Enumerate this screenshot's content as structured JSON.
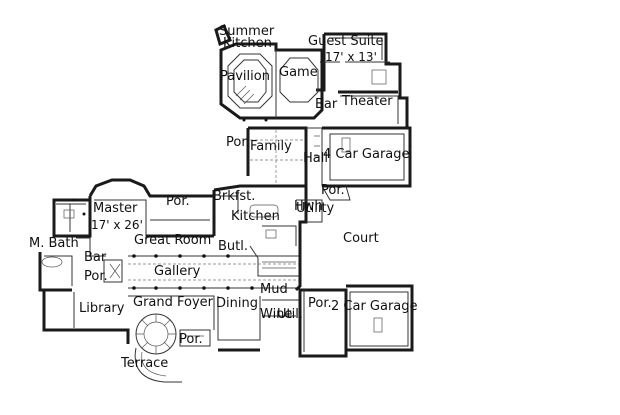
{
  "rooms": {
    "summer_kitchen_1": "Summer",
    "summer_kitchen_2": "Kitchen",
    "pavilion": "Pavilion",
    "game": "Game",
    "guest_suite": "Guest Suite",
    "guest_suite_dim": "17' x 13'",
    "bar_upper": "Bar",
    "theater": "Theater",
    "por_upper": "Por.",
    "family": "Family",
    "hall": "Hall",
    "four_car_garage": "4 Car Garage",
    "por_mid": "Por.",
    "brkfst": "Brkfst.",
    "por_master": "Por.",
    "master": "Master",
    "master_dim": "17' x 26'",
    "kitchen": "Kitchen",
    "hwh": "Hwh",
    "utility": "Utility",
    "court": "Court",
    "m_bath": "M. Bath",
    "great_room": "Great Room",
    "butlers": "Butl.",
    "bar_lower": "Bar",
    "por_lower": "Por.",
    "gallery": "Gallery",
    "mud": "Mud",
    "library": "Library",
    "grand_foyer": "Grand Foyer",
    "dining": "Dining",
    "wine": "Wine",
    "util": "Util.",
    "por_garage": "Por.",
    "two_car_garage": "2 Car Garage",
    "por_entry": "Por.",
    "terrace": "Terrace"
  }
}
